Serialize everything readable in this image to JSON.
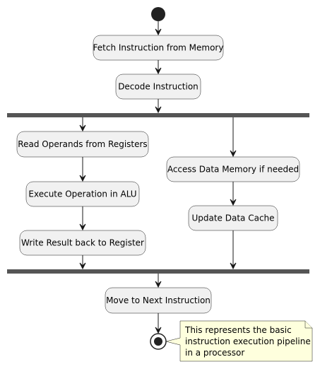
{
  "activities": {
    "fetch": "Fetch Instruction from Memory",
    "decode": "Decode Instruction",
    "read_operands": "Read Operands from Registers",
    "execute": "Execute Operation in ALU",
    "write_result": "Write Result back to Register",
    "access_memory": "Access Data Memory if needed",
    "update_cache": "Update Data Cache",
    "next_instruction": "Move to Next Instruction"
  },
  "note": {
    "lines": [
      "This represents the basic",
      "instruction execution pipeline",
      "in a processor"
    ]
  },
  "colors": {
    "node_fill": "#F1F1F1",
    "node_border": "#181818",
    "bar_fill": "#555555",
    "note_fill": "#FEFFDD",
    "start_end_fill": "#222222"
  }
}
